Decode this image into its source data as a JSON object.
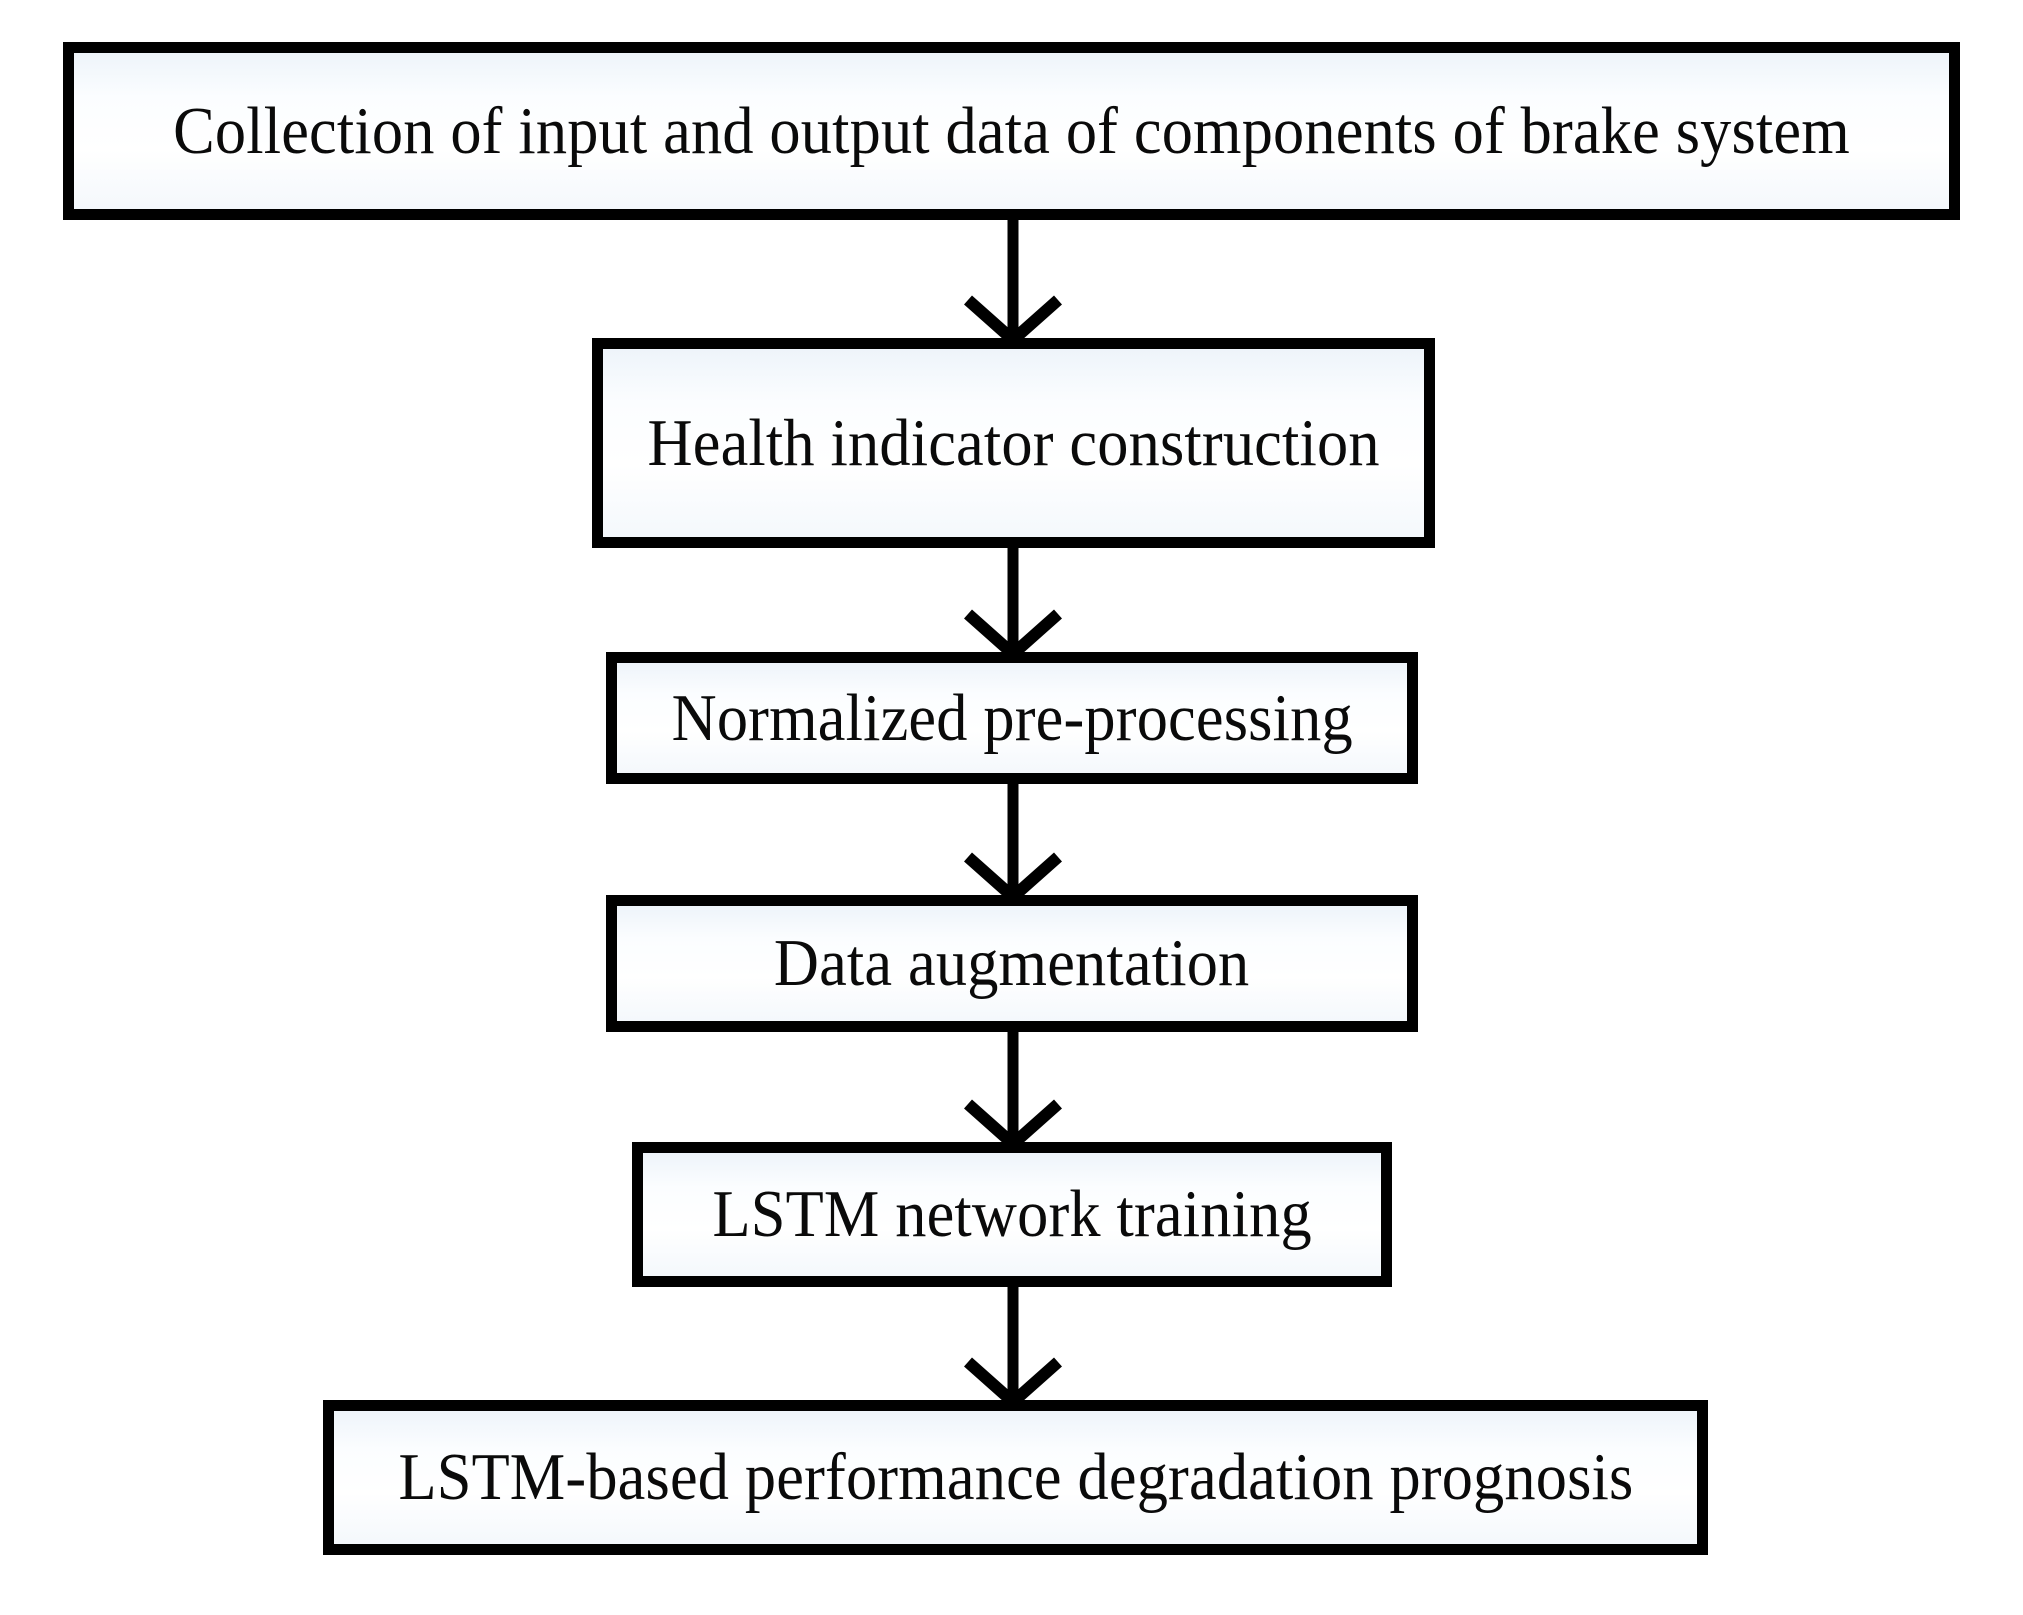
{
  "diagram": {
    "title": "LSTM-based brake system performance degradation prognosis flowchart",
    "type": "flowchart",
    "orientation": "top-to-bottom",
    "colors": {
      "node_border": "#000000",
      "node_fill": "#f7fafd",
      "text": "#0a0a0a",
      "edge": "#000000",
      "background": "#ffffff"
    },
    "nodes": [
      {
        "id": "n0",
        "label": "Collection of input and output data of components of brake system"
      },
      {
        "id": "n1",
        "label": "Health indicator construction"
      },
      {
        "id": "n2",
        "label": "Normalized pre-processing"
      },
      {
        "id": "n3",
        "label": "Data augmentation"
      },
      {
        "id": "n4",
        "label": "LSTM network training"
      },
      {
        "id": "n5",
        "label": "LSTM-based performance degradation prognosis"
      }
    ],
    "edges": [
      {
        "id": "e0",
        "from": "n0",
        "to": "n1",
        "arrowhead": "open-v"
      },
      {
        "id": "e1",
        "from": "n1",
        "to": "n2",
        "arrowhead": "open-v"
      },
      {
        "id": "e2",
        "from": "n2",
        "to": "n3",
        "arrowhead": "open-v"
      },
      {
        "id": "e3",
        "from": "n3",
        "to": "n4",
        "arrowhead": "open-v"
      },
      {
        "id": "e4",
        "from": "n4",
        "to": "n5",
        "arrowhead": "open-v"
      }
    ]
  }
}
